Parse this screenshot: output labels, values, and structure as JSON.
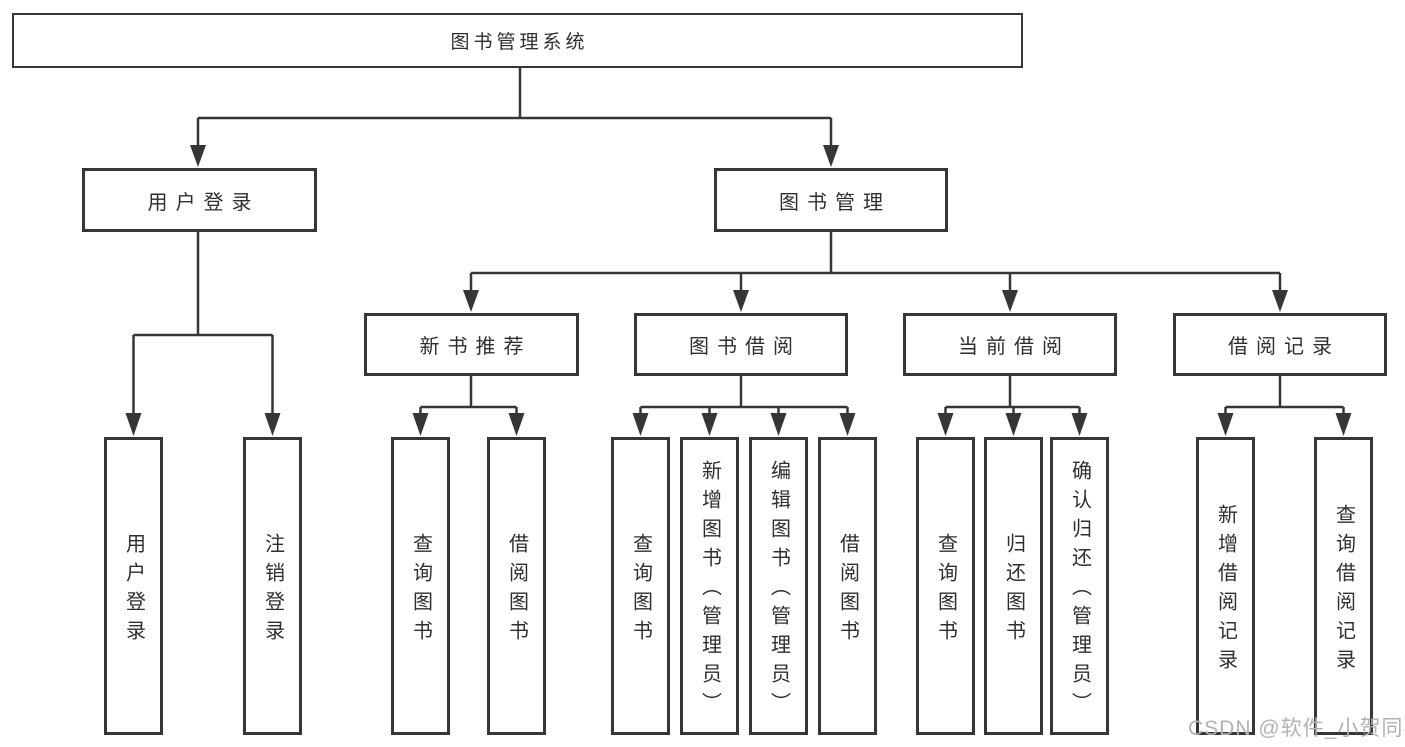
{
  "diagram_title": "图书管理系统",
  "tree": {
    "root": {
      "label": "图书管理系统"
    },
    "branches": [
      {
        "label": "用户登录",
        "leaves": [
          "用户登录",
          "注销登录"
        ]
      },
      {
        "label": "图书管理",
        "groups": [
          {
            "label": "新书推荐",
            "leaves": [
              "查询图书",
              "借阅图书"
            ]
          },
          {
            "label": "图书借阅",
            "leaves": [
              "查询图书",
              "新增图书（管理员）",
              "编辑图书（管理员）",
              "借阅图书"
            ]
          },
          {
            "label": "当前借阅",
            "leaves": [
              "查询图书",
              "归还图书",
              "确认归还（管理员）"
            ]
          },
          {
            "label": "借阅记录",
            "leaves": [
              "新增借阅记录",
              "查询借阅记录"
            ]
          }
        ]
      }
    ]
  },
  "watermark": "CSDN @软件_小贺同学",
  "colors": {
    "line": "#363636",
    "text": "#2f2f2f",
    "box_background": "#ffffff",
    "watermark": "#b2b2b2",
    "page_background": "#ffffff"
  }
}
